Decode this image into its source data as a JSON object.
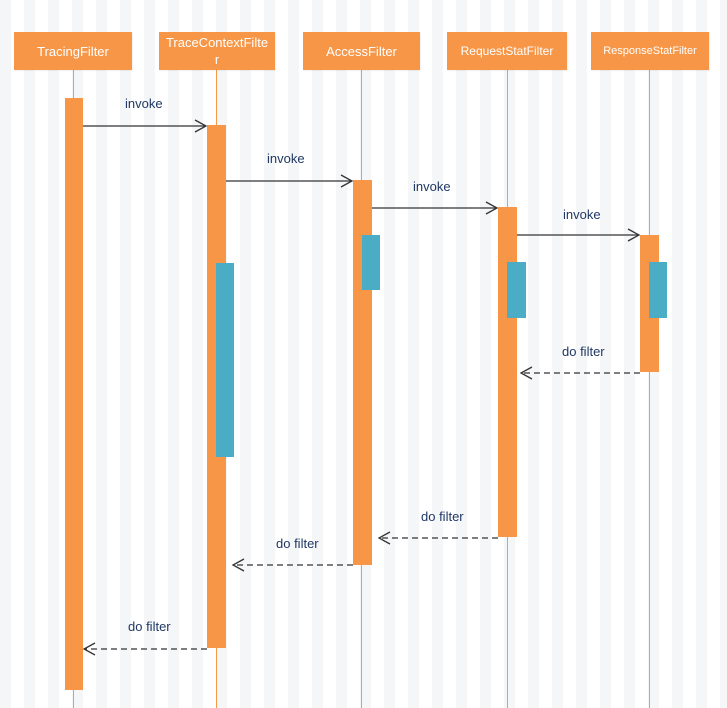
{
  "participants": [
    {
      "id": "tracing",
      "label": "TracingFilter"
    },
    {
      "id": "tracecontext",
      "label": "TraceContextFilter"
    },
    {
      "id": "access",
      "label": "AccessFilter"
    },
    {
      "id": "requeststat",
      "label": "RequestStatFilter"
    },
    {
      "id": "responsestat",
      "label": "ResponseStatFilter"
    }
  ],
  "messages": [
    {
      "from": "tracing",
      "to": "tracecontext",
      "label": "invoke",
      "kind": "call"
    },
    {
      "from": "tracecontext",
      "to": "access",
      "label": "invoke",
      "kind": "call"
    },
    {
      "from": "access",
      "to": "requeststat",
      "label": "invoke",
      "kind": "call"
    },
    {
      "from": "requeststat",
      "to": "responsestat",
      "label": "invoke",
      "kind": "call"
    },
    {
      "from": "responsestat",
      "to": "requeststat",
      "label": "do filter",
      "kind": "return"
    },
    {
      "from": "requeststat",
      "to": "access",
      "label": "do filter",
      "kind": "return"
    },
    {
      "from": "access",
      "to": "tracecontext",
      "label": "do filter",
      "kind": "return"
    },
    {
      "from": "tracecontext",
      "to": "tracing",
      "label": "do filter",
      "kind": "return"
    }
  ],
  "colors": {
    "participant_fill": "#f79646",
    "activation_fill": "#f79646",
    "inner_activation_fill": "#4bacc6",
    "arrow": "#333333",
    "label_text": "#1f3864"
  }
}
